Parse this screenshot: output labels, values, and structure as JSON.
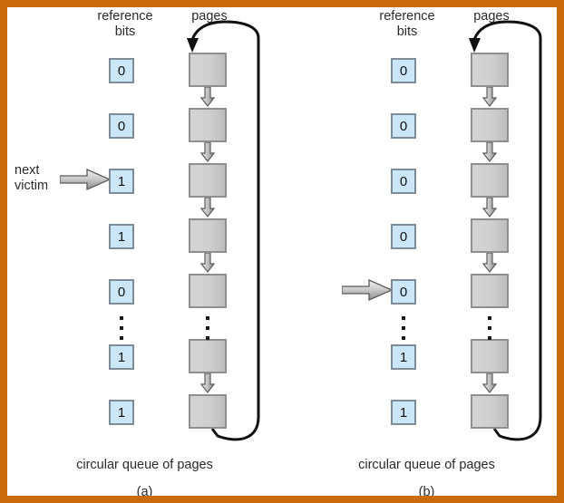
{
  "figure": {
    "border_color": "#c96a0b",
    "bit_fill": "#cbe7f7",
    "page_fill": "#cfcfcf"
  },
  "panels": [
    {
      "id": "a",
      "caption_queue": "circular queue of pages",
      "caption_letter": "(a)",
      "headers": {
        "reference_bits": "reference\nbits",
        "reference_bits_line1": "reference",
        "reference_bits_line2": "bits",
        "pages": "pages"
      },
      "pointer": {
        "label_line1": "next",
        "label_line2": "victim",
        "target_index": 2
      },
      "reference_bits": [
        "0",
        "0",
        "1",
        "1",
        "0",
        "1",
        "1"
      ],
      "page_count": 7,
      "ellipsis_after_index": 4
    },
    {
      "id": "b",
      "caption_queue": "circular queue of pages",
      "caption_letter": "(b)",
      "headers": {
        "reference_bits": "reference\nbits",
        "reference_bits_line1": "reference",
        "reference_bits_line2": "bits",
        "pages": "pages"
      },
      "pointer": {
        "label_line1": "",
        "label_line2": "",
        "target_index": 4
      },
      "reference_bits": [
        "0",
        "0",
        "0",
        "0",
        "0",
        "1",
        "1"
      ],
      "page_count": 7,
      "ellipsis_after_index": 4
    }
  ]
}
